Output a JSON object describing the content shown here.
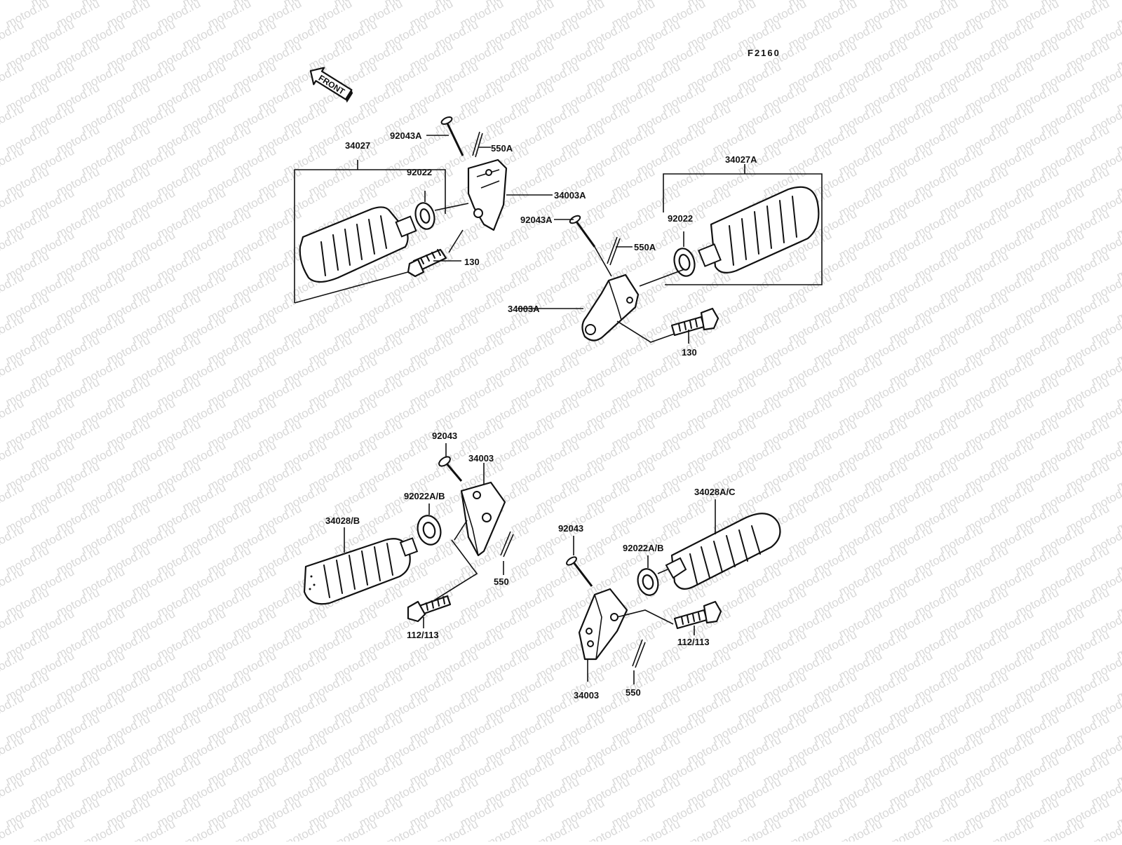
{
  "watermark": "motod.ru",
  "figure_code": "F2160",
  "front_label": "FRONT",
  "labels": {
    "a_92043A": "92043A",
    "a_550A": "550A",
    "a_34027": "34027",
    "a_92022": "92022",
    "a_34003A": "34003A",
    "a_130": "130",
    "b_34027A": "34027A",
    "b_92043A": "92043A",
    "b_550A": "550A",
    "b_92022": "92022",
    "b_34003A": "34003A",
    "b_130": "130",
    "c_92043": "92043",
    "c_34003": "34003",
    "c_92022AB": "92022A/B",
    "c_34028B": "34028/B",
    "c_550": "550",
    "c_112113": "112/113",
    "d_34028AC": "34028A/C",
    "d_92043": "92043",
    "d_92022AB": "92022A/B",
    "d_112113": "112/113",
    "d_34003": "34003",
    "d_550": "550"
  }
}
